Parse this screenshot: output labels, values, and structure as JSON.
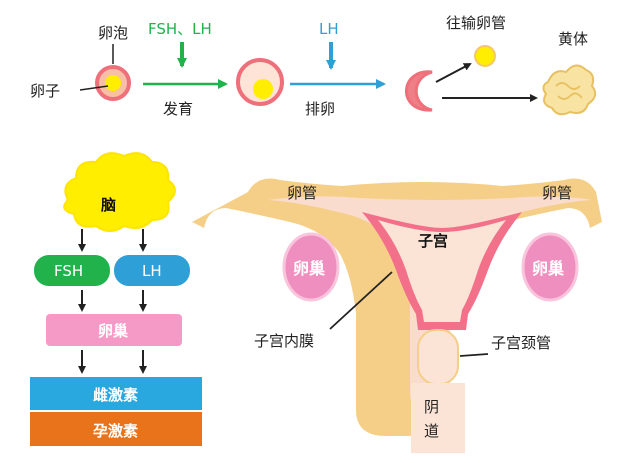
{
  "colors": {
    "green": "#22b24c",
    "blue": "#2f9fd8",
    "yellow": "#ffee00",
    "pink_ovary": "#f59ac6",
    "cyan_estrogen": "#29a8e0",
    "orange_progesterone": "#e8731a",
    "uterus_outer": "#f5cf88",
    "uterus_inner": "#f9dccd",
    "endometrium": "#f3708a"
  },
  "top": {
    "follicle": "卵泡",
    "egg": "卵子",
    "hormone_fsh_lh": "FSH、LH",
    "develop": "发育",
    "hormone_lh": "LH",
    "ovulate": "排卵",
    "to_tube": "往输卵管",
    "corpus_luteum": "黄体"
  },
  "left": {
    "brain": "脑",
    "fsh": "FSH",
    "lh": "LH",
    "ovary": "卵巢",
    "estrogen": "雌激素",
    "progesterone": "孕激素"
  },
  "right": {
    "tube_left": "卵管",
    "tube_right": "卵管",
    "uterus": "子宫",
    "ovary_left": "卵巢",
    "ovary_right": "卵巢",
    "endometrium": "子宫内膜",
    "cervical_canal": "子宫颈管",
    "vagina_1": "阴",
    "vagina_2": "道"
  }
}
